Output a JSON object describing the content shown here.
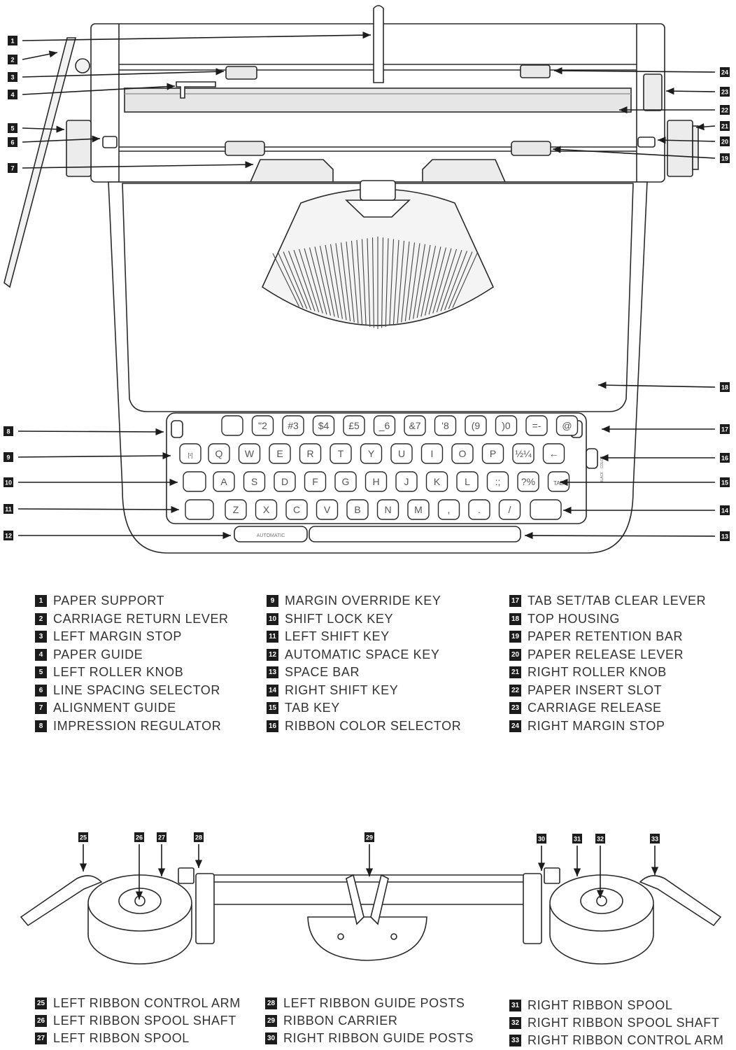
{
  "key_labels": {
    "row0": [
      "",
      "\"2",
      "#3",
      "$4",
      "£5",
      "_6",
      "&7",
      "'8",
      "(9",
      ")0",
      "=-",
      "@"
    ],
    "row1": [
      "[¹]",
      "Q",
      "W",
      "E",
      "R",
      "T",
      "Y",
      "U",
      "I",
      "O",
      "P",
      "½¼",
      "←"
    ],
    "row2": [
      "",
      "A",
      "S",
      "D",
      "F",
      "G",
      "H",
      "J",
      "K",
      "L",
      ":;",
      "?%",
      "TAB"
    ],
    "row3": [
      "",
      "Z",
      "X",
      "C",
      "V",
      "B",
      "N",
      "M",
      ",",
      ".",
      "/"
    ],
    "automatic": "AUTOMATIC",
    "ribbon_selector_text": "BLACK · COLOR"
  },
  "parts_top": [
    {
      "number": "1",
      "label": "PAPER SUPPORT"
    },
    {
      "number": "2",
      "label": "CARRIAGE RETURN LEVER"
    },
    {
      "number": "3",
      "label": "LEFT MARGIN STOP"
    },
    {
      "number": "4",
      "label": "PAPER GUIDE"
    },
    {
      "number": "5",
      "label": "LEFT ROLLER KNOB"
    },
    {
      "number": "6",
      "label": "LINE SPACING SELECTOR"
    },
    {
      "number": "7",
      "label": "ALIGNMENT GUIDE"
    },
    {
      "number": "8",
      "label": "IMPRESSION REGULATOR"
    },
    {
      "number": "9",
      "label": "MARGIN OVERRIDE KEY"
    },
    {
      "number": "10",
      "label": "SHIFT LOCK KEY"
    },
    {
      "number": "11",
      "label": "LEFT SHIFT KEY"
    },
    {
      "number": "12",
      "label": "AUTOMATIC SPACE KEY"
    },
    {
      "number": "13",
      "label": "SPACE BAR"
    },
    {
      "number": "14",
      "label": "RIGHT SHIFT KEY"
    },
    {
      "number": "15",
      "label": "TAB KEY"
    },
    {
      "number": "16",
      "label": "RIBBON COLOR SELECTOR"
    },
    {
      "number": "17",
      "label": "TAB SET/TAB CLEAR LEVER"
    },
    {
      "number": "18",
      "label": "TOP HOUSING"
    },
    {
      "number": "19",
      "label": "PAPER RETENTION BAR"
    },
    {
      "number": "20",
      "label": "PAPER RELEASE LEVER"
    },
    {
      "number": "21",
      "label": "RIGHT ROLLER KNOB"
    },
    {
      "number": "22",
      "label": "PAPER INSERT SLOT"
    },
    {
      "number": "23",
      "label": "CARRIAGE RELEASE"
    },
    {
      "number": "24",
      "label": "RIGHT MARGIN STOP"
    }
  ],
  "parts_bottom": [
    {
      "number": "25",
      "label": "LEFT RIBBON CONTROL ARM"
    },
    {
      "number": "26",
      "label": "LEFT RIBBON SPOOL SHAFT"
    },
    {
      "number": "27",
      "label": "LEFT RIBBON SPOOL"
    },
    {
      "number": "28",
      "label": "LEFT RIBBON GUIDE POSTS"
    },
    {
      "number": "29",
      "label": "RIBBON CARRIER"
    },
    {
      "number": "30",
      "label": "RIGHT RIBBON GUIDE POSTS"
    },
    {
      "number": "31",
      "label": "RIGHT RIBBON SPOOL"
    },
    {
      "number": "32",
      "label": "RIGHT RIBBON SPOOL SHAFT"
    },
    {
      "number": "33",
      "label": "RIGHT RIBBON CONTROL ARM"
    }
  ]
}
